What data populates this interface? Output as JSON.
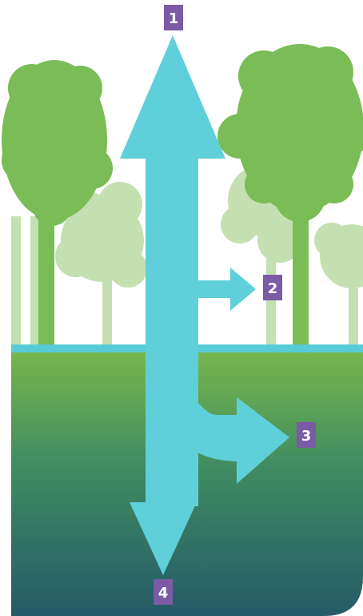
{
  "colors": {
    "background": "#ffffff",
    "tree_dark": "#7abc55",
    "tree_light": "#c4e0b0",
    "water_arrow": "#5fd0d9",
    "waterline": "#58cbd8",
    "soil_top": "#77b74c",
    "soil_mid": "#3f8a62",
    "soil_bottom": "#255a67",
    "badge": "#7b5aa6",
    "badge_text": "#ffffff"
  },
  "badges": [
    {
      "id": "badge-1",
      "label": "1"
    },
    {
      "id": "badge-2",
      "label": "2"
    },
    {
      "id": "badge-3",
      "label": "3"
    },
    {
      "id": "badge-4",
      "label": "4"
    }
  ]
}
